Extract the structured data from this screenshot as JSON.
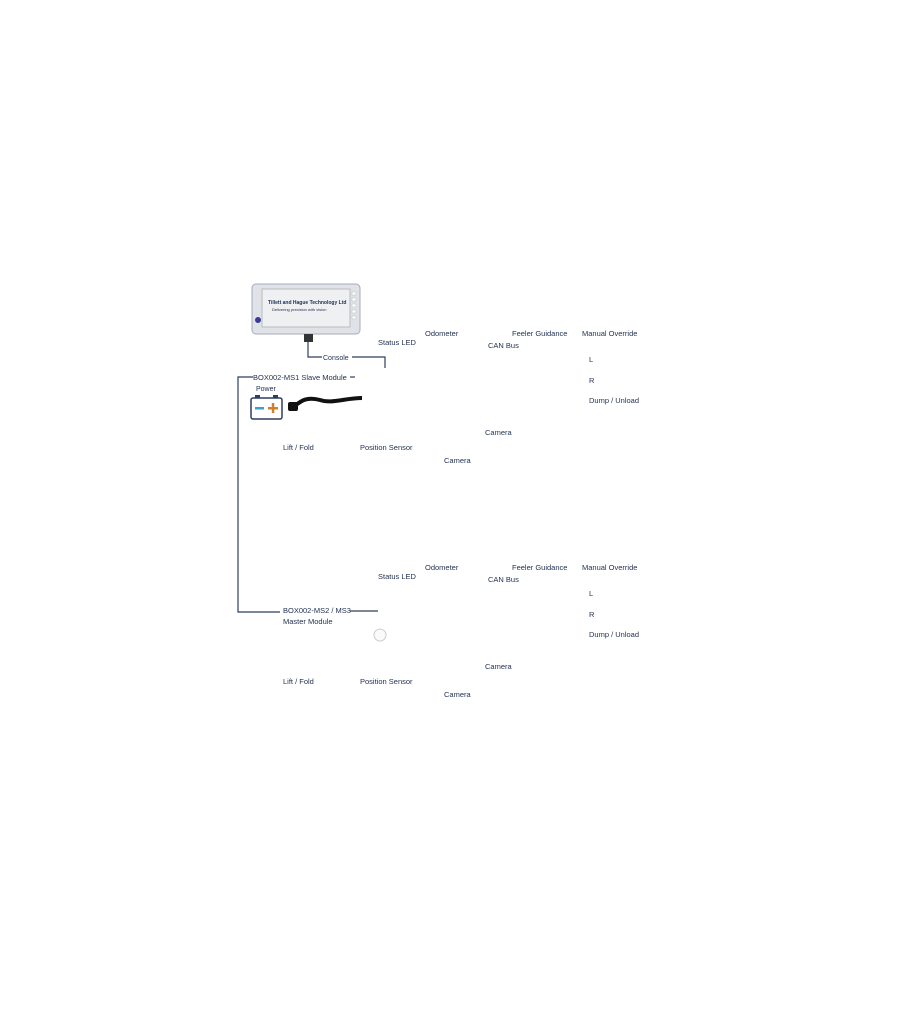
{
  "console": {
    "brand": "Tillett and Hague Technology Ltd",
    "tagline": "Delivering precision with vision",
    "label": "Console"
  },
  "power_label": "Power",
  "sections": [
    {
      "module_label": "BOX002-MS1 Slave Module",
      "module_label_2": "",
      "status_led": "Status LED",
      "odometer": "Odometer",
      "can_bus": "CAN Bus",
      "feeler_guidance": "Feeler Guidance",
      "manual_override": "Manual Override",
      "l": "L",
      "r": "R",
      "dump_unload": "Dump / Unload",
      "lift_fold": "Lift / Fold",
      "position_sensor": "Position Sensor",
      "camera_1": "Camera",
      "camera_2": "Camera"
    },
    {
      "module_label": "BOX002-MS2 / MS3",
      "module_label_2": "Master Module",
      "status_led": "Status LED",
      "odometer": "Odometer",
      "can_bus": "CAN Bus",
      "feeler_guidance": "Feeler Guidance",
      "manual_override": "Manual Override",
      "l": "L",
      "r": "R",
      "dump_unload": "Dump / Unload",
      "lift_fold": "Lift / Fold",
      "position_sensor": "Position Sensor",
      "camera_1": "Camera",
      "camera_2": "Camera"
    }
  ],
  "colors": {
    "line": "#2d3f5f",
    "red": "#e01010",
    "blue": "#7fa7e6",
    "yellow": "#f2f21a",
    "led": "#3fa53f"
  }
}
